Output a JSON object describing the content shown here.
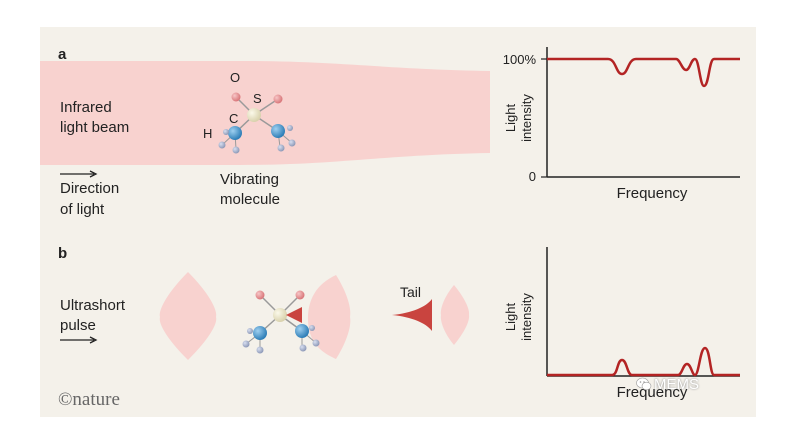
{
  "panel_a": {
    "label": "a",
    "beam_label_1": "Infrared",
    "beam_label_2": "light beam",
    "direction_label_1": "Direction",
    "direction_label_2": "of light",
    "molecule_label_1": "Vibrating",
    "molecule_label_2": "molecule",
    "atom_o": "O",
    "atom_s": "S",
    "atom_c": "C",
    "atom_h": "H",
    "y_label_1": "Light",
    "y_label_2": "intensity",
    "y_tick_top": "100%",
    "y_tick_bottom": "0",
    "x_label": "Frequency"
  },
  "panel_b": {
    "label": "b",
    "pulse_label_1": "Ultrashort",
    "pulse_label_2": "pulse",
    "tail_label": "Tail",
    "y_label_1": "Light",
    "y_label_2": "intensity",
    "x_label": "Frequency"
  },
  "branding": {
    "nature": "©nature",
    "watermark": "MEMS"
  },
  "colors": {
    "background": "#f4f1ea",
    "beam": "#f8d2cf",
    "spectrum_line": "#b32424",
    "tail": "#c9443f",
    "carbon_atom": "#e7e2c4",
    "oxygen_atom": "#e79a9c",
    "hydrogen_atom": "#3a8cc4"
  }
}
